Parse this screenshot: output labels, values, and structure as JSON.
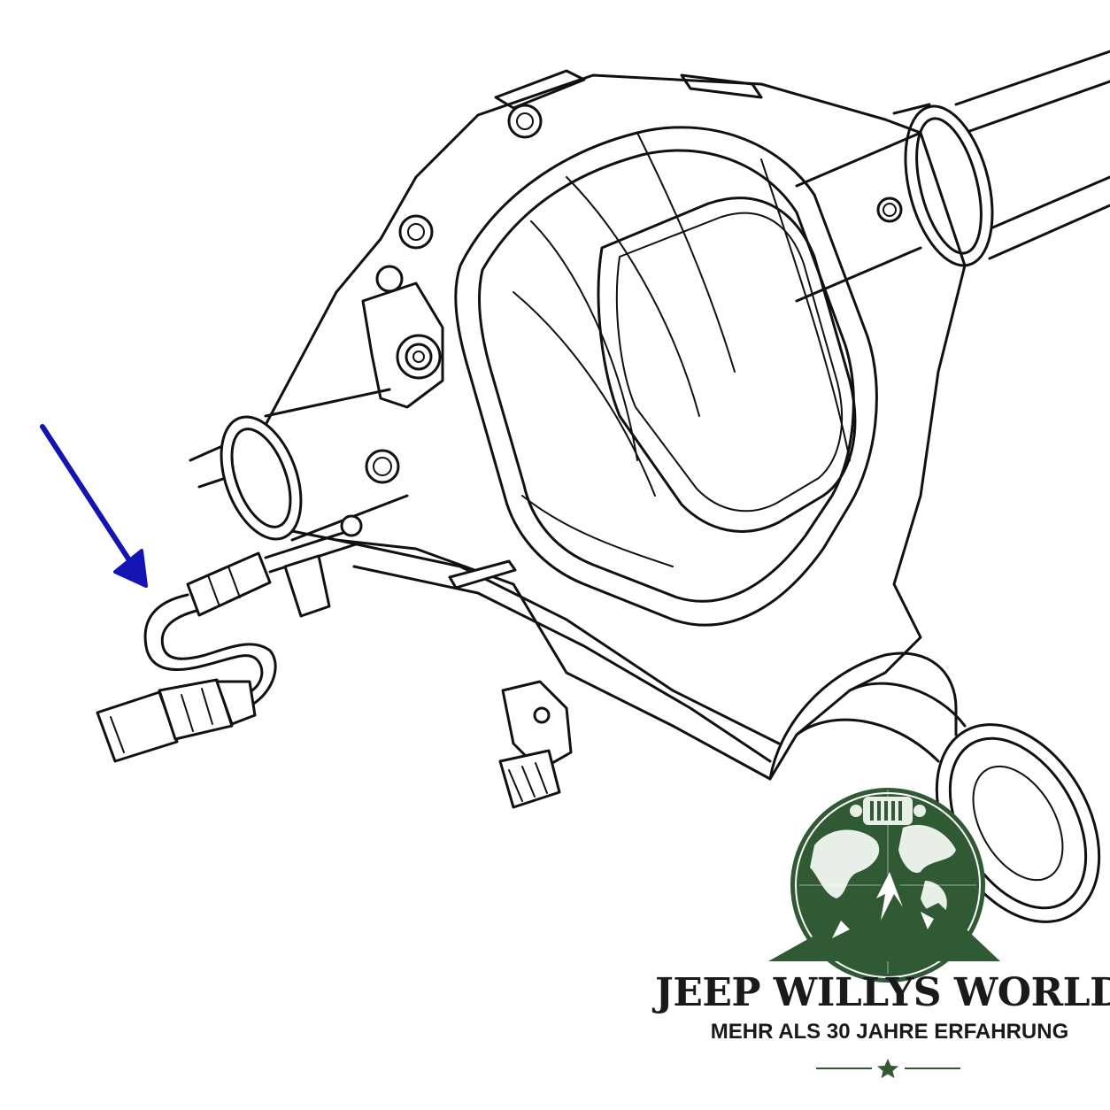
{
  "brand": {
    "name": "JEEP WILLYS WORLD",
    "tagline": "MEHR ALS 30 JAHRE ERFAHRUNG"
  },
  "colors": {
    "arrow": "#1414b4",
    "logo_green": "#2f5a34",
    "line": "#111111"
  },
  "icons": {
    "pointer": "arrow-icon",
    "logo": "globe-mountain-jeep-grille-logo",
    "divider": "star-icon"
  }
}
